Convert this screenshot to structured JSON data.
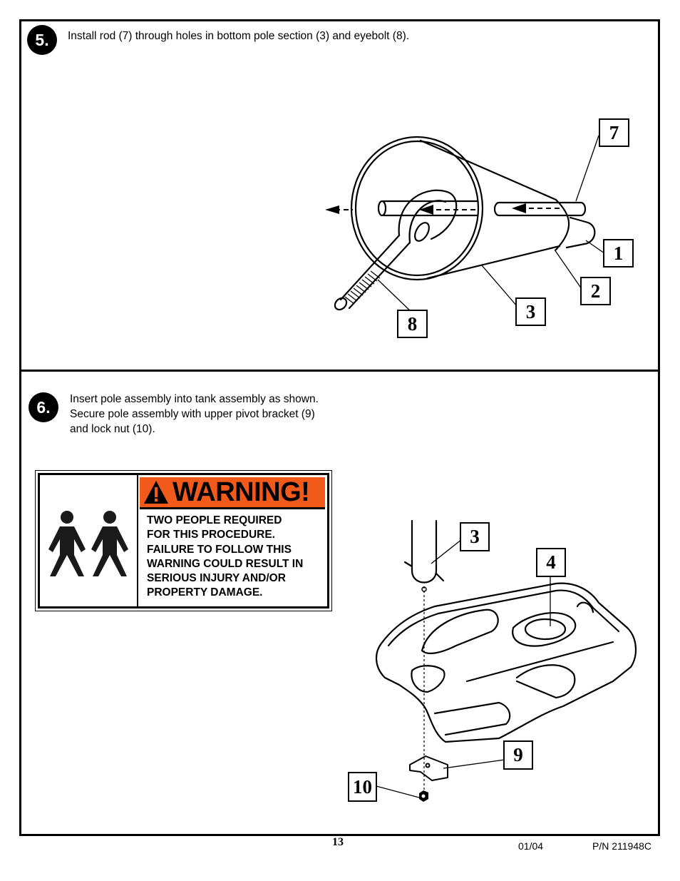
{
  "step5": {
    "number": "5.",
    "instruction": "Install rod (7) through holes in bottom pole section (3) and eyebolt (8).",
    "callouts": [
      "7",
      "1",
      "2",
      "3",
      "8"
    ]
  },
  "step6": {
    "number": "6.",
    "instruction": "Insert pole assembly into tank assembly as shown.\nSecure pole assembly with upper pivot bracket (9)\nand lock nut (10).",
    "callouts": [
      "3",
      "4",
      "9",
      "10"
    ]
  },
  "warning": {
    "title": "WARNING!",
    "body": "TWO PEOPLE REQUIRED\nFOR THIS PROCEDURE.\nFAILURE TO FOLLOW THIS\nWARNING COULD RESULT IN\nSERIOUS INJURY AND/OR\nPROPERTY DAMAGE.",
    "header_color": "#f25a1c"
  },
  "footer": {
    "page_number": "13",
    "date": "01/04",
    "part_number": "P/N 211948C"
  }
}
